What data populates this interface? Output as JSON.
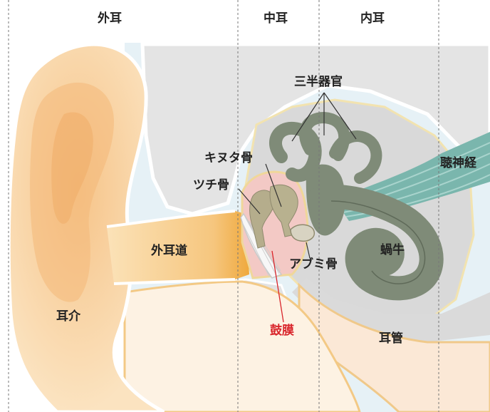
{
  "sections": {
    "outer_ear": "外耳",
    "middle_ear": "中耳",
    "inner_ear": "内耳"
  },
  "labels": {
    "semicircular_canals": "三半器官",
    "auditory_nerve": "聴神経",
    "incus": "キヌタ骨",
    "malleus": "ツチ骨",
    "ear_canal": "外耳道",
    "stapes": "アブミ骨",
    "cochlea": "蝸牛",
    "pinna": "耳介",
    "eardrum": "鼓膜",
    "eustachian_tube": "耳管"
  },
  "colors": {
    "eardrum_label": "#d9262c",
    "bone_gray": "#8f9c86",
    "nerve_teal": "#5f9f9a",
    "skin_orange": "#f6c98a",
    "background_blue": "#e3f0f6",
    "skull_gray": "#e2e2e2"
  }
}
